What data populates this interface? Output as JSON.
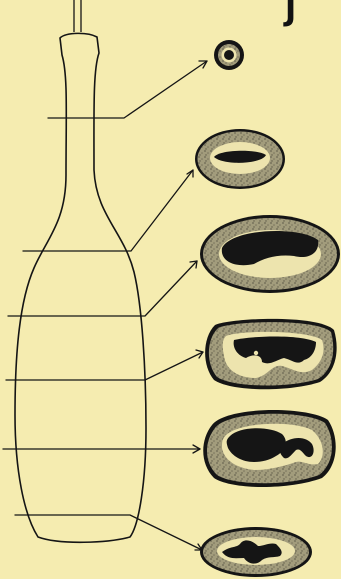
{
  "figure": {
    "plate_letter": "J",
    "sections": [
      {
        "name": "section-1",
        "lumen": "round"
      },
      {
        "name": "section-2",
        "lumen": "slit"
      },
      {
        "name": "section-3",
        "lumen": "crescent"
      },
      {
        "name": "section-4",
        "lumen": "branched"
      },
      {
        "name": "section-5",
        "lumen": "hooked"
      },
      {
        "name": "section-6",
        "lumen": "star"
      }
    ],
    "colors": {
      "paper": "#f5ecb0",
      "ink": "#151515",
      "tissue": "#9a9476",
      "ring": "#ede4ae"
    }
  }
}
